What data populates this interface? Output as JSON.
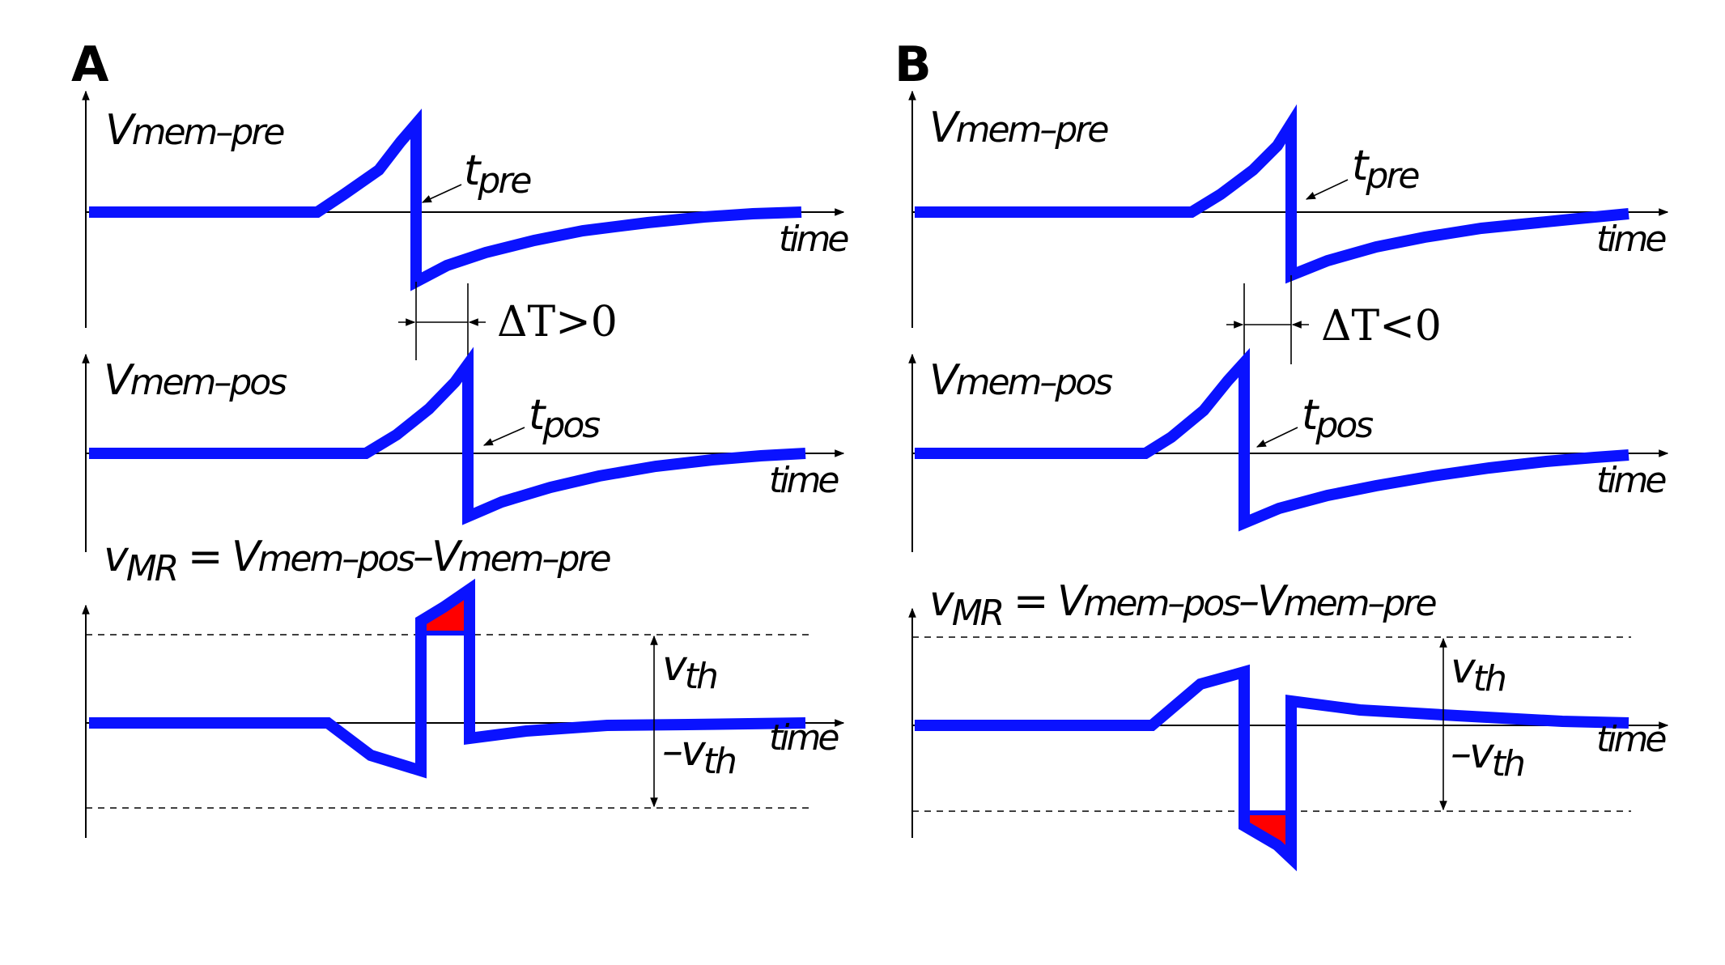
{
  "panels": {
    "a": {
      "label": "A",
      "vmem_pre": {
        "main": "V",
        "sub": "mem–pre"
      },
      "vmem_pos": {
        "main": "V",
        "sub": "mem–pos"
      },
      "t_pre": {
        "main": "t",
        "sub": "pre"
      },
      "t_pos": {
        "main": "t",
        "sub": "pos"
      },
      "delta_t": "ΔT>0",
      "vmr": {
        "v": "v",
        "mr": "MR",
        "eq": " = ",
        "v1": "V",
        "s1": "mem–pos",
        "minus": "–",
        "v2": "V",
        "s2": "mem–pre"
      },
      "vth": {
        "main": "v",
        "sub": "th"
      },
      "neg_vth": {
        "main": "–v",
        "sub": "th"
      },
      "time": "time"
    },
    "b": {
      "label": "B",
      "vmem_pre": {
        "main": "V",
        "sub": "mem–pre"
      },
      "vmem_pos": {
        "main": "V",
        "sub": "mem–pos"
      },
      "t_pre": {
        "main": "t",
        "sub": "pre"
      },
      "t_pos": {
        "main": "t",
        "sub": "pos"
      },
      "delta_t": "ΔT<0",
      "vmr": {
        "v": "v",
        "mr": "MR",
        "eq": " = ",
        "v1": "V",
        "s1": "mem–pos",
        "minus": "–",
        "v2": "V",
        "s2": "mem–pre"
      },
      "vth": {
        "main": "v",
        "sub": "th"
      },
      "neg_vth": {
        "main": "–v",
        "sub": "th"
      },
      "time": "time"
    }
  },
  "colors": {
    "trace": "#0a12ff",
    "threshold_excess": "#ff0000",
    "axis": "#000000"
  }
}
